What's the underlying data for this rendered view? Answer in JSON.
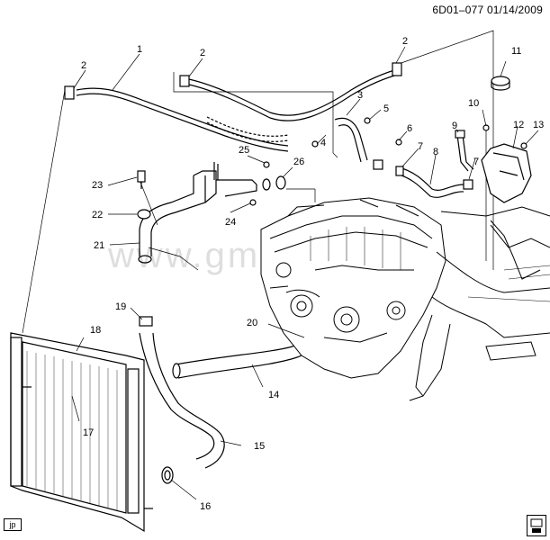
{
  "header": {
    "code": "6D01–077",
    "date": "01/14/2009"
  },
  "watermark": "www.gm",
  "corner_tag": "jp",
  "callouts": [
    "1",
    "2",
    "2",
    "2",
    "3",
    "4",
    "5",
    "6",
    "7",
    "7",
    "8",
    "9",
    "10",
    "11",
    "12",
    "13",
    "14",
    "15",
    "16",
    "17",
    "18",
    "19",
    "20",
    "21",
    "22",
    "23",
    "24",
    "25",
    "26"
  ]
}
